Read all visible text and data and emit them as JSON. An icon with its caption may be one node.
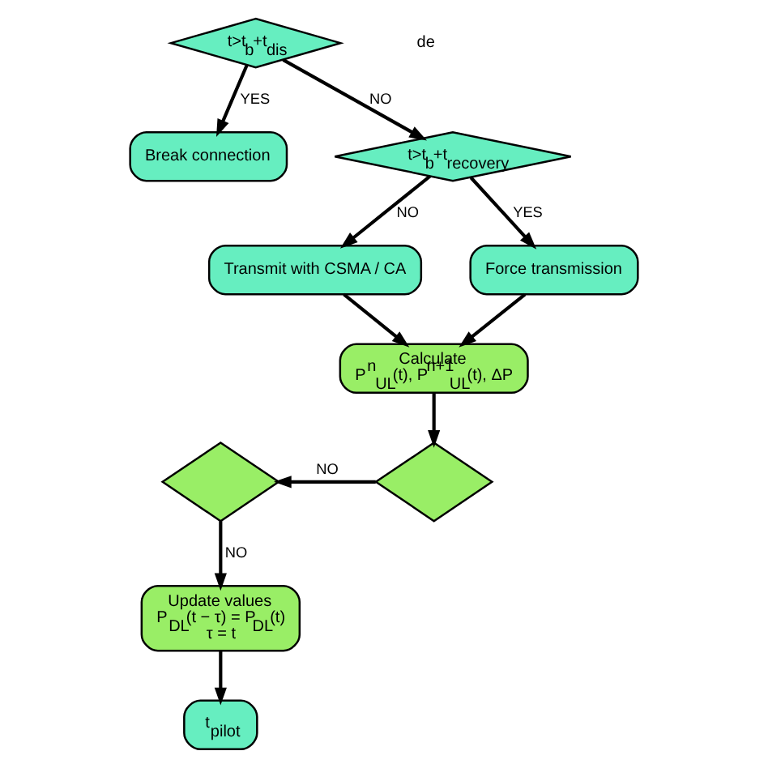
{
  "diagram": {
    "nodes": [
      {
        "text": [
          "t$_{pilot}$"
        ]
      },
      {
        "text": [
          "t>t$_{b}$+t$_{dis}$"
        ]
      },
      {
        "text": [
          "Break connection"
        ]
      },
      {
        "text": [
          "t>t$_{b}$+t$_{recovery}$"
        ]
      },
      {
        "text": [
          "Transmit with CSMA / CA"
        ]
      },
      {
        "text": [
          "Force transmission"
        ]
      },
      {
        "text": [
          "Update values",
          "P$_{DL}$(t − τ) = P$_{DL}$(t)",
          "τ = t"
        ]
      },
      {
        "text": [
          "Calculate",
          "P$^{n}$$_{UL}$(t), P$^{n+1}$$_{UL}$(t), ΔP"
        ]
      },
      {
        "text": [],
        "shape": "diamond"
      },
      {
        "text": [],
        "shape": "diamond"
      }
    ],
    "edges": [
      {
        "from": 1,
        "to": 2,
        "arrow": "to",
        "label": "YES"
      },
      {
        "from": 1,
        "to": 3,
        "arrow": "to",
        "label": "NO"
      },
      {
        "from": 3,
        "to": 4,
        "arrow": "to",
        "label": "NO"
      },
      {
        "from": 3,
        "to": 5,
        "arrow": "to",
        "label": "YES"
      },
      {
        "from": 4,
        "to": 7,
        "arrow": "to"
      },
      {
        "from": 5,
        "to": 7,
        "arrow": "to"
      },
      {
        "from": 7,
        "to": 9,
        "arrow": "to"
      },
      {
        "from": 9,
        "to": 8,
        "arrow": "to",
        "label": "NO"
      },
      {
        "from": 8,
        "to": 6,
        "arrow": "to",
        "label": "NO"
      },
      {
        "from": 6,
        "to": 0,
        "arrow": "to"
      }
    ],
    "labels": [
      "de"
    ]
  }
}
